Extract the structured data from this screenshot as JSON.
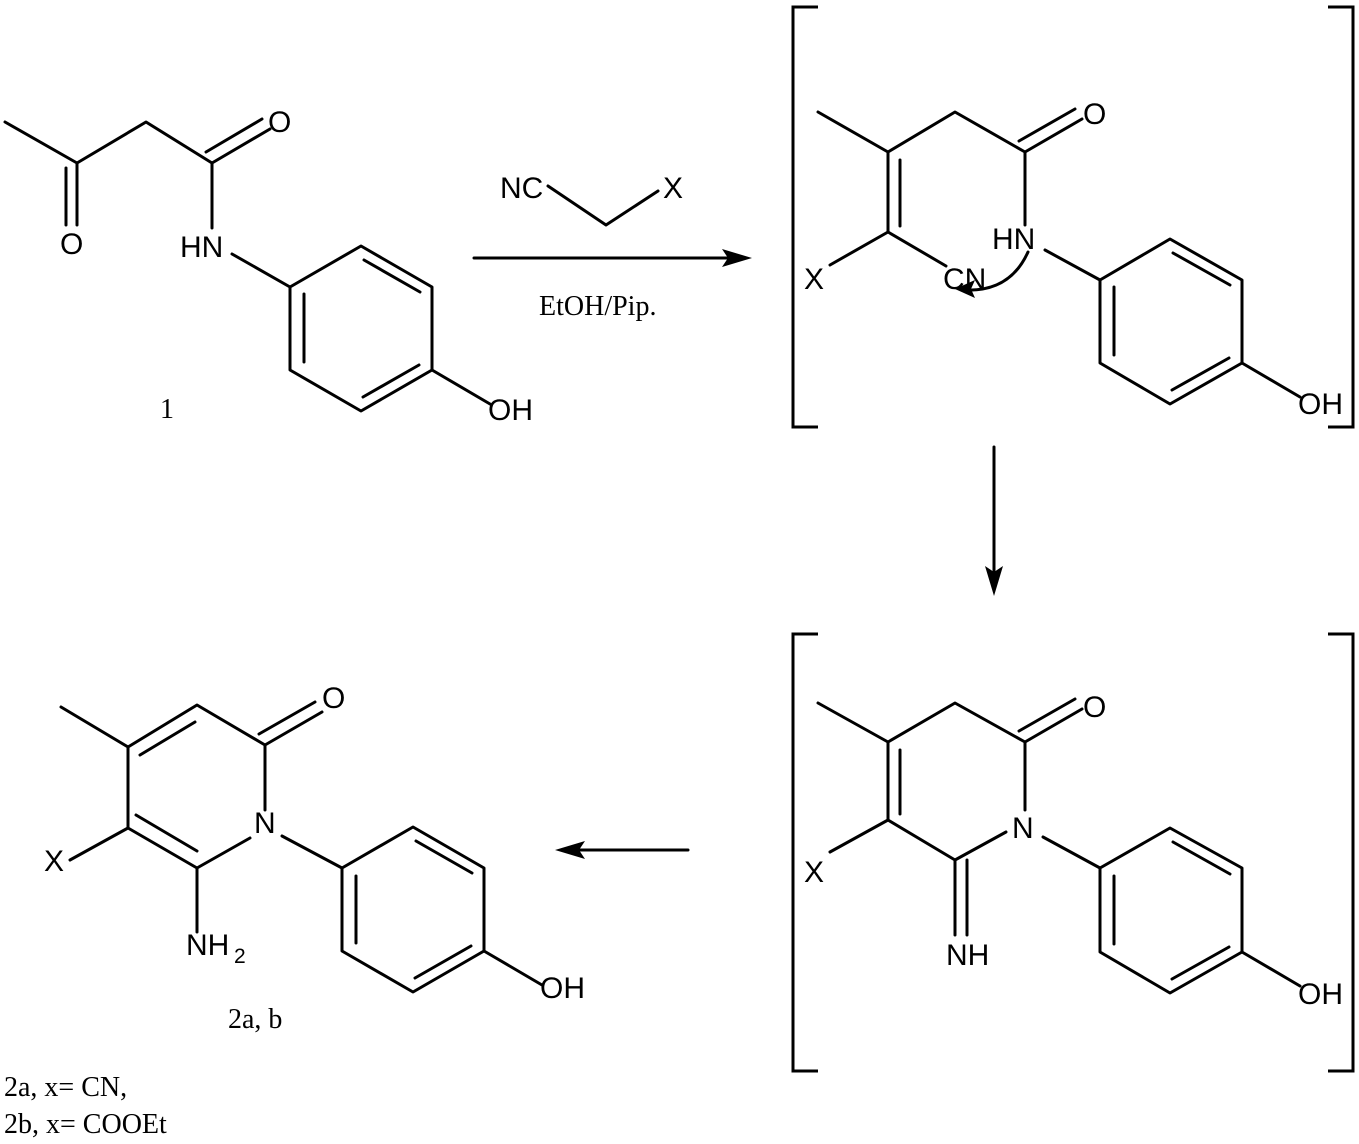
{
  "compound_1": {
    "label": "1",
    "atoms": {
      "carbonyl_o_ketone": "O",
      "carbonyl_o_amide": "O",
      "amide_nh": "HN",
      "hydroxyl": "OH"
    }
  },
  "reagent": {
    "left_group": "NC",
    "right_group": "X",
    "conditions": "EtOH/Pip."
  },
  "intermediate_a": {
    "atoms": {
      "carbonyl_o": "O",
      "amide_nh": "HN",
      "substituent": "X",
      "nitrile": "CN",
      "hydroxyl": "OH"
    }
  },
  "intermediate_b": {
    "atoms": {
      "carbonyl_o": "O",
      "ring_n": "N",
      "substituent": "X",
      "imine": "NH",
      "hydroxyl": "OH"
    }
  },
  "product": {
    "label": "2a, b",
    "atoms": {
      "carbonyl_o": "O",
      "ring_n": "N",
      "substituent": "X",
      "amine": "NH",
      "amine_subscript": "2",
      "hydroxyl": "OH"
    }
  },
  "legend": {
    "line_1": "2a, x= CN,",
    "line_2": "2b, x= COOEt"
  }
}
